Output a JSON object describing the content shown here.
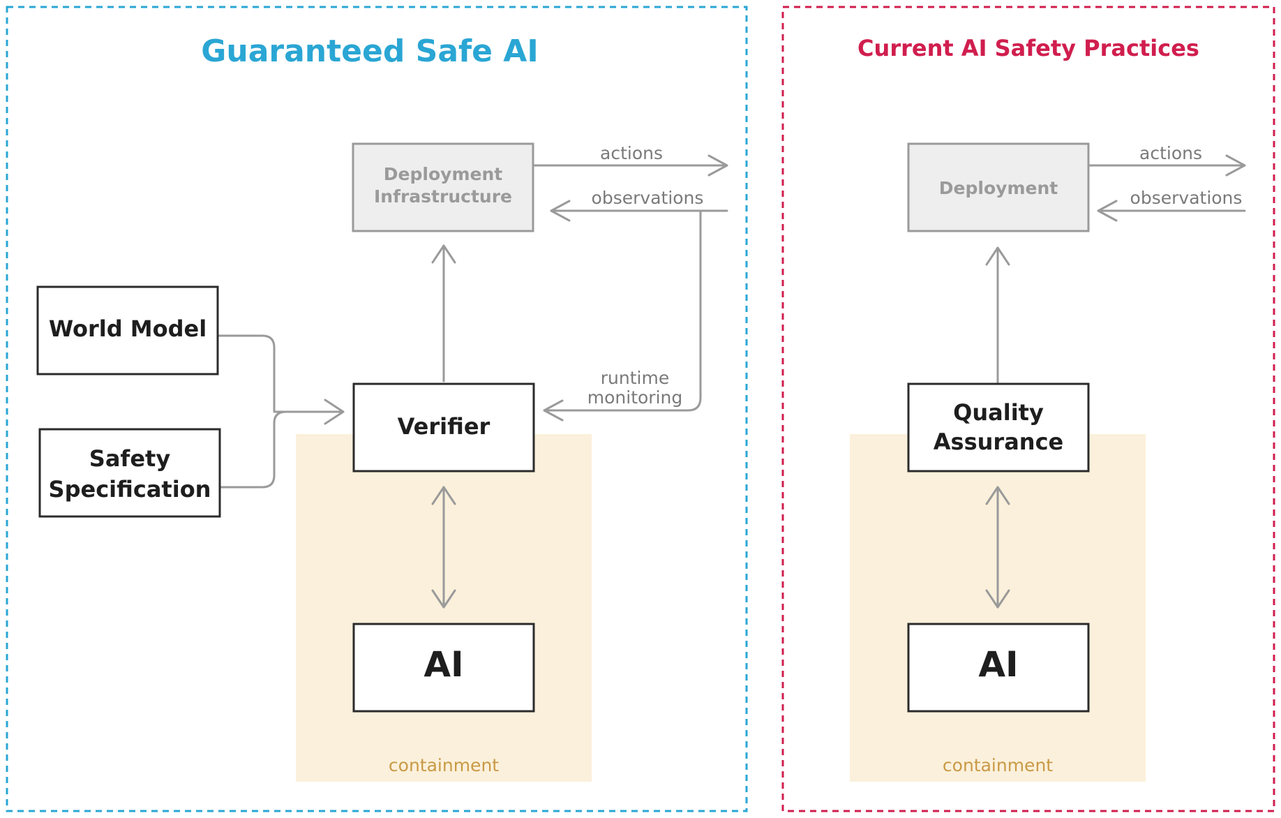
{
  "colors": {
    "guaranteed": "#2aa6d4",
    "current": "#d01e4e",
    "containment_fill": "#fbf0db",
    "containment_text": "#c99a46",
    "arrow": "#9a9a9a",
    "deployment_fill": "#eeeeee"
  },
  "left_panel": {
    "title": "Guaranteed Safe AI",
    "boxes": {
      "deployment": [
        "Deployment",
        "Infrastructure"
      ],
      "world_model": "World Model",
      "safety_spec": [
        "Safety",
        "Specification"
      ],
      "verifier": "Verifier",
      "ai": "AI"
    },
    "labels": {
      "actions": "actions",
      "observations": "observations",
      "runtime_monitoring": [
        "runtime",
        "monitoring"
      ],
      "containment": "containment"
    }
  },
  "right_panel": {
    "title": "Current AI Safety Practices",
    "boxes": {
      "deployment": "Deployment",
      "qa": [
        "Quality",
        "Assurance"
      ],
      "ai": "AI"
    },
    "labels": {
      "actions": "actions",
      "observations": "observations",
      "containment": "containment"
    }
  }
}
